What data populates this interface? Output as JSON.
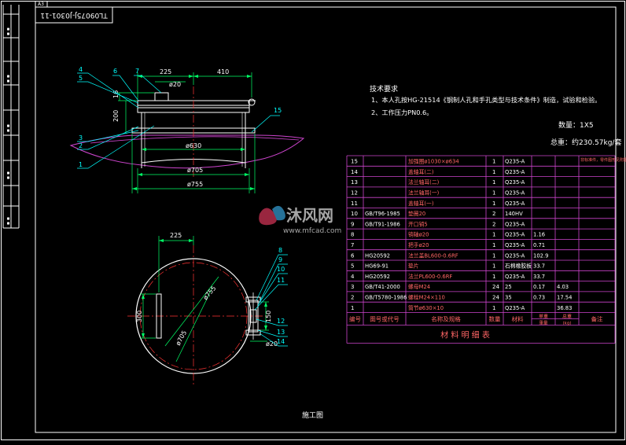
{
  "sheet": {
    "size_tag": "A3",
    "drawing_no": "TL09075J-J0301-11",
    "footer": "施工图"
  },
  "colors": {
    "background": "#000000",
    "frame": "#ffffff",
    "outline": "#ffffff",
    "dimension": "#00ff66",
    "leader": "#00ffff",
    "centerline": "#ff3333",
    "hull": "#cc44cc",
    "table_line": "#cc44cc",
    "table_text": "#ff6666",
    "cell_text": "#ffffff",
    "note_text": "#ffffff"
  },
  "tech_notes": {
    "heading": "技术要求",
    "line1": "1、本人孔按HG-21514《钢制人孔和手孔类型与技术条件》制造，试验和检验。",
    "line2": "2、工作压力PN0.6。",
    "quantity": "数量：1X5",
    "weight": "总重：约230.57kg/套"
  },
  "top_view": {
    "dims": {
      "d225": "225",
      "d410": "410",
      "d20": "ø20",
      "d200": "200",
      "d16": "16",
      "d630": "ø630",
      "d705": "ø705",
      "d755": "ø755"
    },
    "balloons": [
      "4",
      "5",
      "6",
      "7",
      "3",
      "2",
      "1",
      "15"
    ]
  },
  "front_view": {
    "dims": {
      "d225": "225",
      "d755": "ø755",
      "d705": "ø705",
      "d300": "300",
      "d150": "150",
      "d20": "ø20"
    },
    "balloons": [
      "8",
      "9",
      "10",
      "11",
      "12",
      "13",
      "14"
    ]
  },
  "watermark": {
    "brand": "沐风网",
    "url": "www.mfcad.com"
  },
  "bom": {
    "title": "材 料 明 细 表",
    "note_cell": "非标准件，零件图形见附图",
    "headers": {
      "no": "编号",
      "code": "图号或代号",
      "name": "名称及规格",
      "qty": "数量",
      "material": "材料",
      "unit_weight": "单重",
      "total_weight": "总重",
      "weight_group": "重量",
      "weight_unit": "(kg)",
      "remark": "备注"
    },
    "rows": [
      {
        "no": "15",
        "code": "",
        "name": "加强圈ø1030×ø634",
        "qty": "1",
        "material": "Q235-A",
        "unit": "",
        "total": ""
      },
      {
        "no": "14",
        "code": "",
        "name": "盖轴耳(二)",
        "qty": "1",
        "material": "Q235-A",
        "unit": "",
        "total": ""
      },
      {
        "no": "13",
        "code": "",
        "name": "法兰轴耳(二)",
        "qty": "1",
        "material": "Q235-A",
        "unit": "",
        "total": ""
      },
      {
        "no": "12",
        "code": "",
        "name": "法兰轴耳(一)",
        "qty": "1",
        "material": "Q235-A",
        "unit": "",
        "total": ""
      },
      {
        "no": "11",
        "code": "",
        "name": "盖轴耳(一)",
        "qty": "1",
        "material": "Q235-A",
        "unit": "",
        "total": ""
      },
      {
        "no": "10",
        "code": "GB/T96-1985",
        "name": "垫圈20",
        "qty": "2",
        "material": "140HV",
        "unit": "",
        "total": ""
      },
      {
        "no": "9",
        "code": "GB/T91-1986",
        "name": "开口销5",
        "qty": "2",
        "material": "Q235-A",
        "unit": "",
        "total": ""
      },
      {
        "no": "8",
        "code": "",
        "name": "销轴ø20",
        "qty": "1",
        "material": "Q235-A",
        "unit": "1.16",
        "total": ""
      },
      {
        "no": "7",
        "code": "",
        "name": "把手ø20",
        "qty": "1",
        "material": "Q235-A",
        "unit": "0.71",
        "total": ""
      },
      {
        "no": "6",
        "code": "HG20592",
        "name": "法兰盖BL600-0.6RF",
        "qty": "1",
        "material": "Q235-A",
        "unit": "102.9",
        "total": ""
      },
      {
        "no": "5",
        "code": "HG69-91",
        "name": "垫片",
        "qty": "1",
        "material": "石棉橡胶板",
        "unit": "33.7",
        "total": ""
      },
      {
        "no": "4",
        "code": "HG20592",
        "name": "法兰PL600-0.6RF",
        "qty": "1",
        "material": "Q235-A",
        "unit": "33.7",
        "total": ""
      },
      {
        "no": "3",
        "code": "GB/T41-2000",
        "name": "螺母M24",
        "qty": "24",
        "material": "25",
        "unit": "0.17",
        "total": "4.03"
      },
      {
        "no": "2",
        "code": "GB/T5780-1986",
        "name": "螺栓M24×110",
        "qty": "24",
        "material": "35",
        "unit": "0.73",
        "total": "17.54"
      },
      {
        "no": "1",
        "code": "",
        "name": "筒节ø630×10",
        "qty": "1",
        "material": "Q235-A",
        "unit": "",
        "total": "36.83"
      }
    ]
  }
}
